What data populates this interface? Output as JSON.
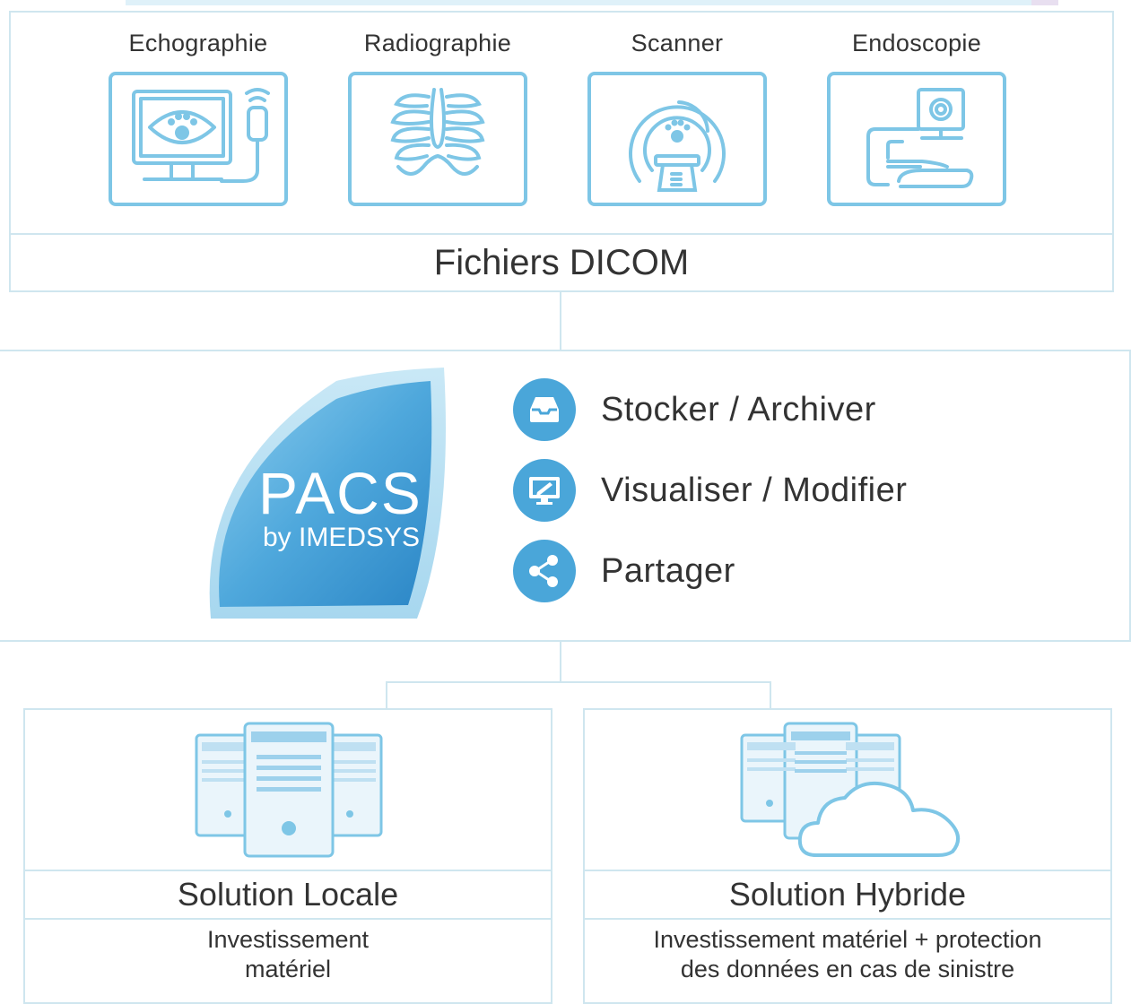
{
  "modalities": [
    {
      "label": "Echographie",
      "icon": "ultrasound-icon"
    },
    {
      "label": "Radiographie",
      "icon": "xray-ribcage-icon"
    },
    {
      "label": "Scanner",
      "icon": "ct-scanner-icon"
    },
    {
      "label": "Endoscopie",
      "icon": "endoscope-icon"
    }
  ],
  "dicom": {
    "title": "Fichiers DICOM"
  },
  "pacs": {
    "logo_title": "PACS",
    "logo_subtitle": "by IMEDSYS",
    "features": [
      {
        "label": "Stocker / Archiver",
        "icon": "inbox-tray-icon"
      },
      {
        "label": "Visualiser / Modifier",
        "icon": "monitor-edit-icon"
      },
      {
        "label": "Partager",
        "icon": "share-icon"
      }
    ]
  },
  "solutions": [
    {
      "title": "Solution Locale",
      "description_line1": "Investissement",
      "description_line2": "matériel",
      "icon": "servers-icon"
    },
    {
      "title": "Solution Hybride",
      "description_line1": "Investissement matériel + protection",
      "description_line2": "des données en cas de sinistre",
      "icon": "servers-cloud-icon"
    }
  ],
  "colors": {
    "accent": "#4aa6d9",
    "icon_stroke": "#7ec6e6",
    "border": "#cfe6ef",
    "text": "#333333"
  }
}
